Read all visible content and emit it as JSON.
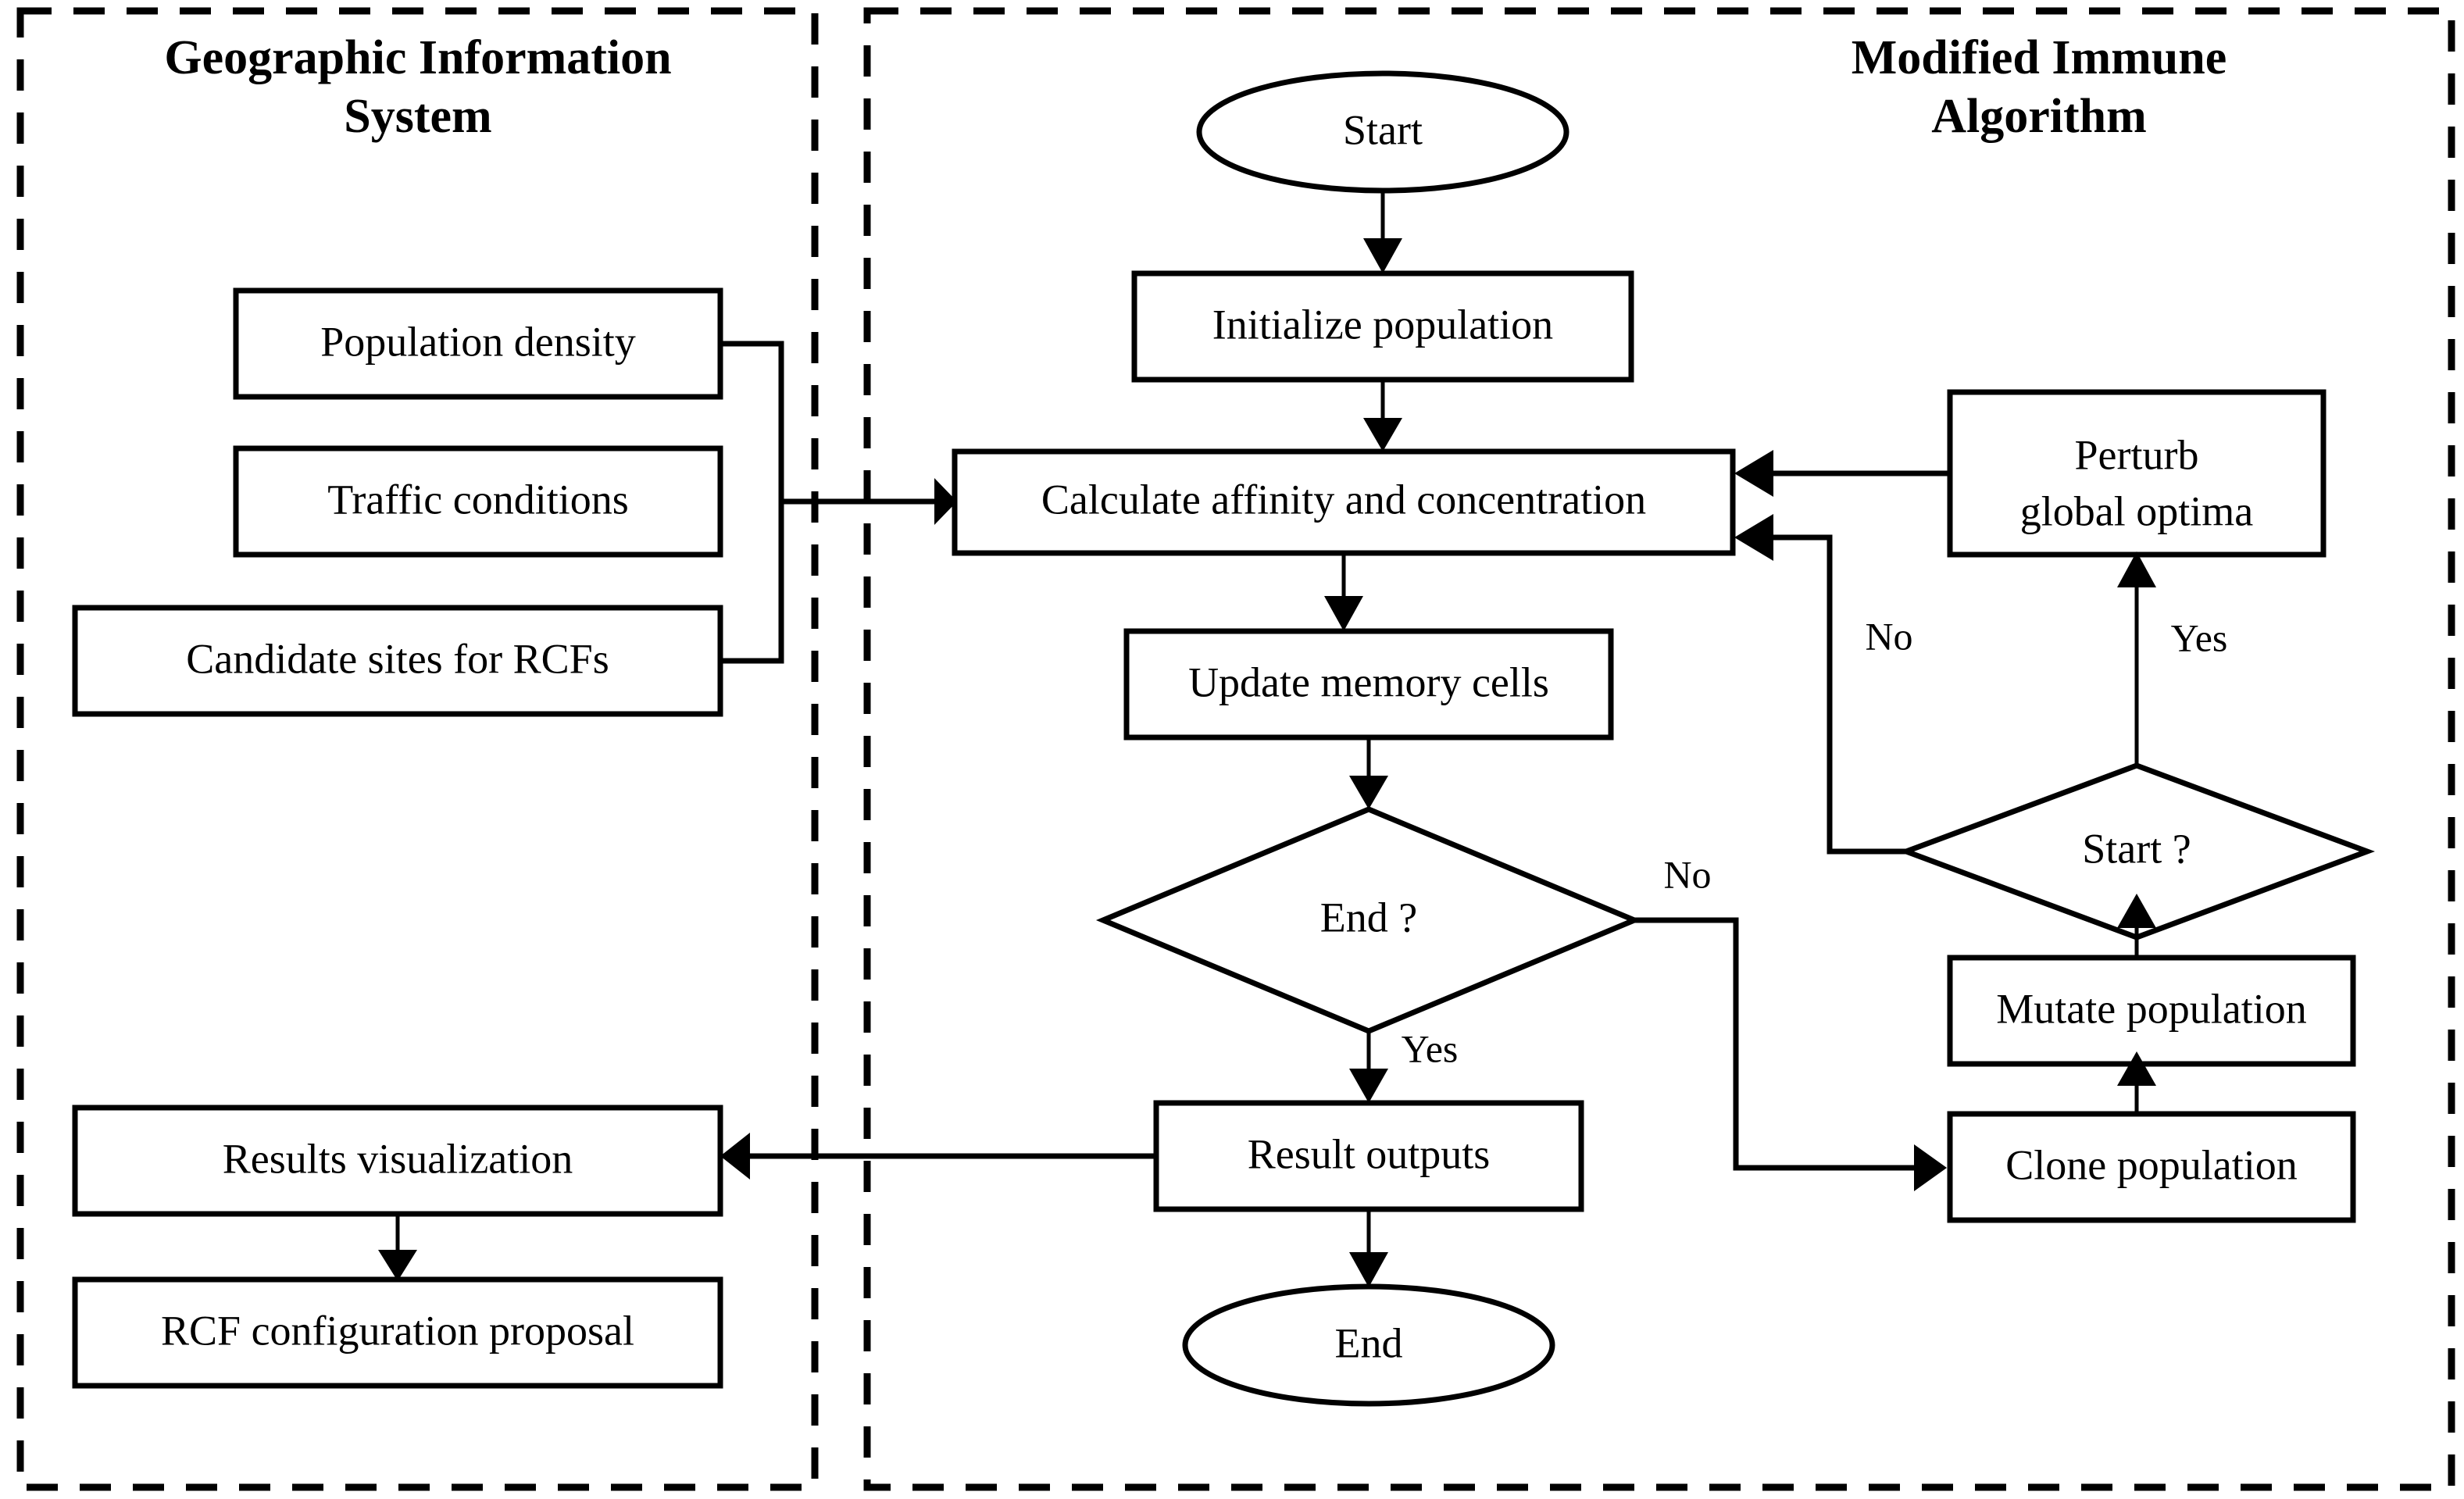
{
  "diagram": {
    "title": "GIS and Modified Immune Algorithm flowchart",
    "stroke_color": "#000000",
    "background_color": "#ffffff",
    "panels": [
      {
        "id": "gis",
        "title_line1": "Geographic Information",
        "title_line2": "System",
        "border_style": "dashed"
      },
      {
        "id": "mia",
        "title_line1": "Modified Immune",
        "title_line2": "Algorithm",
        "border_style": "dashed"
      }
    ],
    "nodes": {
      "population_density": {
        "label": "Population density",
        "shape": "rect"
      },
      "traffic_conditions": {
        "label": "Traffic conditions",
        "shape": "rect"
      },
      "candidate_sites": {
        "label": "Candidate sites for RCFs",
        "shape": "rect"
      },
      "results_visualization": {
        "label": "Results visualization",
        "shape": "rect"
      },
      "rcf_proposal": {
        "label": "RCF configuration proposal",
        "shape": "rect"
      },
      "start": {
        "label": "Start",
        "shape": "ellipse"
      },
      "initialize_population": {
        "label": "Initialize population",
        "shape": "rect"
      },
      "calculate_affinity": {
        "label": "Calculate affinity and concentration",
        "shape": "rect"
      },
      "update_memory_cells": {
        "label": "Update memory cells",
        "shape": "rect"
      },
      "end_decision": {
        "label": "End ?",
        "shape": "diamond"
      },
      "result_outputs": {
        "label": "Result outputs",
        "shape": "rect"
      },
      "end": {
        "label": "End",
        "shape": "ellipse"
      },
      "perturb_global_optima_line1": {
        "label": "Perturb",
        "shape": "rect"
      },
      "perturb_global_optima_line2": {
        "label": "global optima",
        "shape": "rect"
      },
      "start_decision": {
        "label": "Start ?",
        "shape": "diamond"
      },
      "mutate_population": {
        "label": "Mutate population",
        "shape": "rect"
      },
      "clone_population": {
        "label": "Clone population",
        "shape": "rect"
      }
    },
    "edge_labels": {
      "end_no": "No",
      "end_yes": "Yes",
      "start_no": "No",
      "start_yes": "Yes"
    }
  }
}
